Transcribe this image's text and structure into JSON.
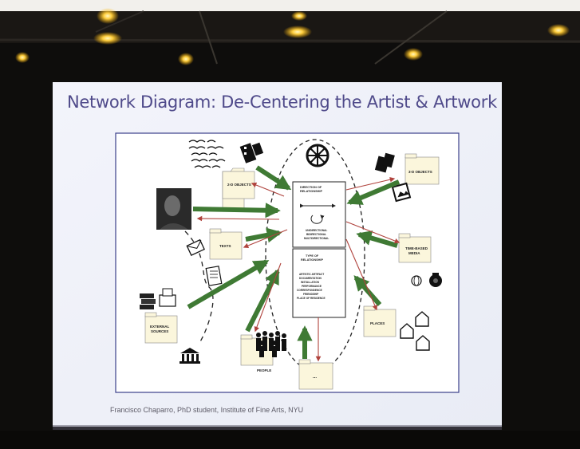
{
  "slide": {
    "title": "Network Diagram: De-Centering the Artist & Artwork",
    "caption": "Francisco Chaparro, PhD student, Institute of Fine Arts, NYU"
  },
  "diagram": {
    "nodes": {
      "objects_2d": "2-D OBJECTS",
      "objects_3d": "3-D OBJECTS",
      "texts": "TEXTS",
      "time_based_media": [
        "TIME-BASED",
        "MEDIA"
      ],
      "external_sources": [
        "EXTERNAL",
        "SOURCES"
      ],
      "places": "PLACES",
      "people": "PEOPLE",
      "other": "..."
    },
    "center_box": {
      "direction_title": [
        "DIRECTION OF",
        "RELATIONSHIP"
      ],
      "direction_sub": [
        "UNIDIRECTIONAL",
        "BIDIRECTIONAL",
        "MULTIDIRECTIONAL"
      ],
      "type_title": [
        "TYPE OF",
        "RELATIONSHIP"
      ],
      "type_items": [
        "ARTISTIC ARTIFACT",
        "DOCUMENTATION",
        "INSTALLATION",
        "PERFORMANCE",
        "CORRESPONDENCE",
        "FRIENDSHIP",
        "PLACE OF RESIDENCE"
      ]
    }
  },
  "colors": {
    "title": "#4f4a8a",
    "green_arrow": "#3f7a34",
    "red_arrow": "#b0433d",
    "folder": "#fbf6dc"
  },
  "icons": [
    "projector-spotlight-icon",
    "film-reel-icon",
    "film-strip-icon",
    "portrait-photo-icon",
    "envelope-icon",
    "document-icon",
    "books-icon",
    "printer-icon",
    "museum-building-icon",
    "picture-frame-icon",
    "camera-icon",
    "house-icon",
    "people-group-icon"
  ]
}
